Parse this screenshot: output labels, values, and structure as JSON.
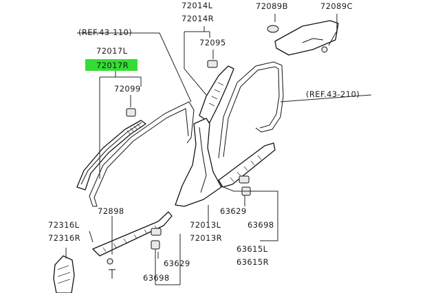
{
  "diagram": {
    "highlight_color": "#33dd33",
    "labels": {
      "ref_43_110": "(REF.43-110)",
      "ref_43_210": "(REF.43-210)",
      "p72014L": "72014L",
      "p72014R": "72014R",
      "p72089B": "72089B",
      "p72089C": "72089C",
      "p72095": "72095",
      "p72017L": "72017L",
      "p72017R": "72017R",
      "p72099": "72099",
      "p72898": "72898",
      "p72316L": "72316L",
      "p72316R": "72316R",
      "p72013L": "72013L",
      "p72013R": "72013R",
      "p63629a": "63629",
      "p63698a": "63698",
      "p63615L": "63615L",
      "p63615R": "63615R",
      "p63629b": "63629",
      "p63698b": "63698"
    }
  }
}
